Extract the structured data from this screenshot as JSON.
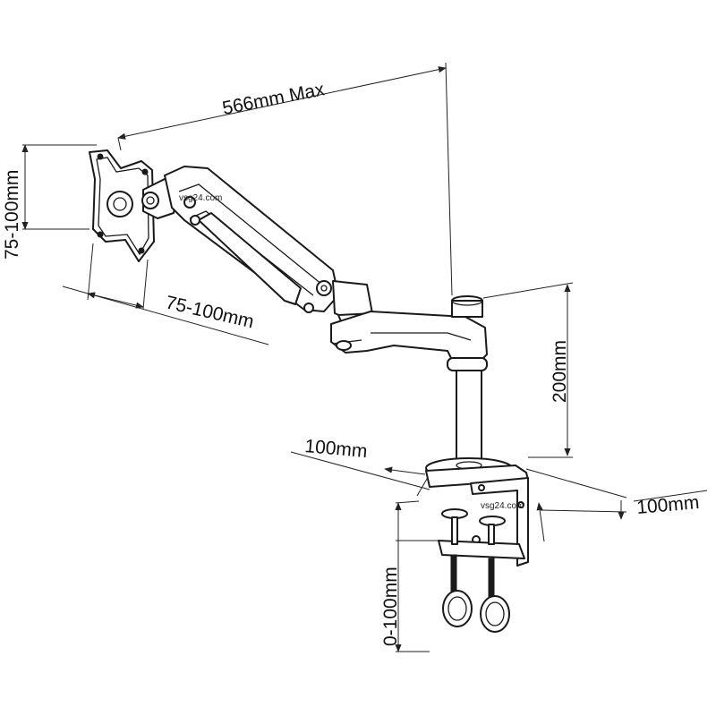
{
  "labels": {
    "reach": "566mm Max",
    "vesa_vertical": "75-100mm",
    "vesa_horizontal": "75-100mm",
    "pole_height": "200mm",
    "base_depth_left": "100mm",
    "base_depth_right": "100mm",
    "clamp_range": "0-100mm"
  },
  "watermarks": {
    "arm": "vsg24.com",
    "clamp": "vsg24.com"
  },
  "colors": {
    "line": "#222222",
    "background": "#ffffff"
  }
}
